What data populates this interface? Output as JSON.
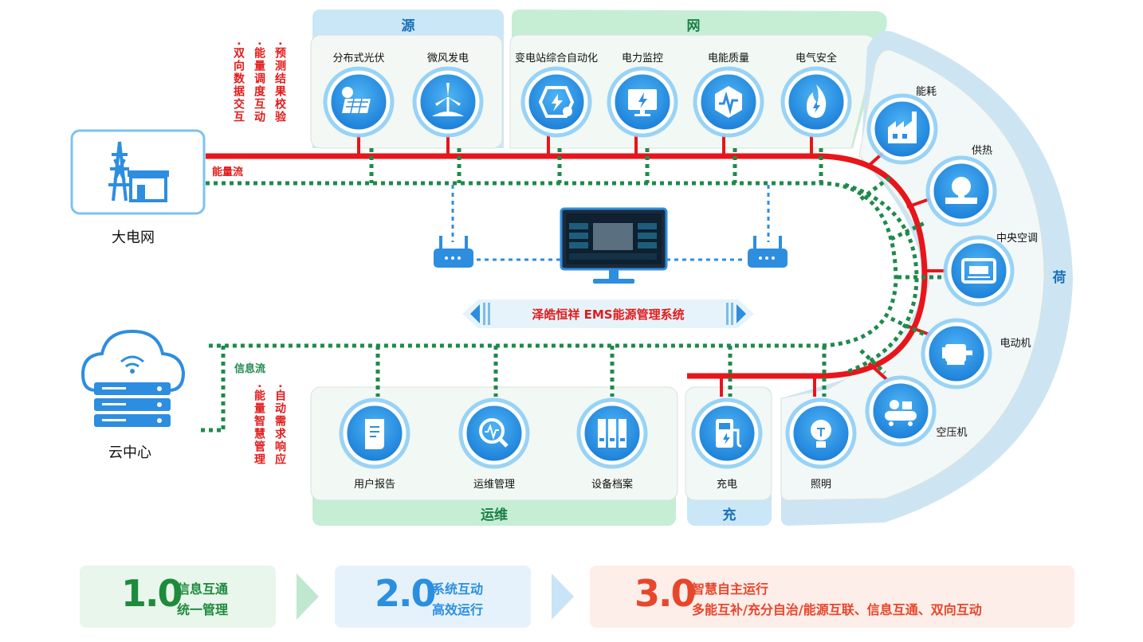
{
  "sections": {
    "source": "源",
    "grid": "网",
    "load": "荷",
    "om": "运维",
    "charge": "充"
  },
  "source_nodes": [
    {
      "label": "分布式光伏",
      "icon": "solar-panel-icon"
    },
    {
      "label": "微风发电",
      "icon": "wind-turbine-icon"
    }
  ],
  "grid_nodes": [
    {
      "label": "变电站综合自动化",
      "icon": "substation-automation-icon"
    },
    {
      "label": "电力监控",
      "icon": "power-monitor-icon"
    },
    {
      "label": "电能质量",
      "icon": "power-quality-icon"
    },
    {
      "label": "电气安全",
      "icon": "electrical-safety-icon"
    }
  ],
  "load_nodes": [
    {
      "label": "能耗",
      "icon": "factory-icon"
    },
    {
      "label": "供热",
      "icon": "heating-icon"
    },
    {
      "label": "中央空调",
      "icon": "air-conditioner-icon"
    },
    {
      "label": "电动机",
      "icon": "motor-icon"
    },
    {
      "label": "空压机",
      "icon": "air-compressor-icon"
    },
    {
      "label": "照明",
      "icon": "lightbulb-icon"
    }
  ],
  "om_nodes": [
    {
      "label": "用户报告",
      "icon": "report-icon"
    },
    {
      "label": "运维管理",
      "icon": "maintenance-icon"
    },
    {
      "label": "设备档案",
      "icon": "archive-icon"
    }
  ],
  "charge_node": {
    "label": "充电",
    "icon": "charging-pile-icon"
  },
  "left": {
    "grid_label": "大电网",
    "cloud_label": "云中心",
    "energy_flow": "能量流",
    "info_flow": "信息流"
  },
  "top_notes": [
    "·双向数据交互",
    "·能量调度互动",
    "·预测结果校验"
  ],
  "bottom_notes": [
    "·能量智慧管理",
    "·自动需求响应"
  ],
  "center_title": "泽皓恒祥 EMS能源管理系统",
  "stages": [
    {
      "version": "1.0",
      "line1": "信息互通",
      "line2": "统一管理"
    },
    {
      "version": "2.0",
      "line1": "系统互动",
      "line2": "高效运行"
    },
    {
      "version": "3.0",
      "line1": "智慧自主运行",
      "line2": "多能互补/充分自治/能源互联、信息互通、双向互动"
    }
  ],
  "colors": {
    "energy_line": "#e8151b",
    "info_line": "#1e8a4c",
    "device_blue": "#2d8ee0",
    "source_header": "#c8e6f7",
    "grid_header": "#c6eed6",
    "load_band": "#cfe6f4",
    "stage1": "#1e8a3c",
    "stage2": "#2b8fe0",
    "stage3": "#e8462c"
  }
}
